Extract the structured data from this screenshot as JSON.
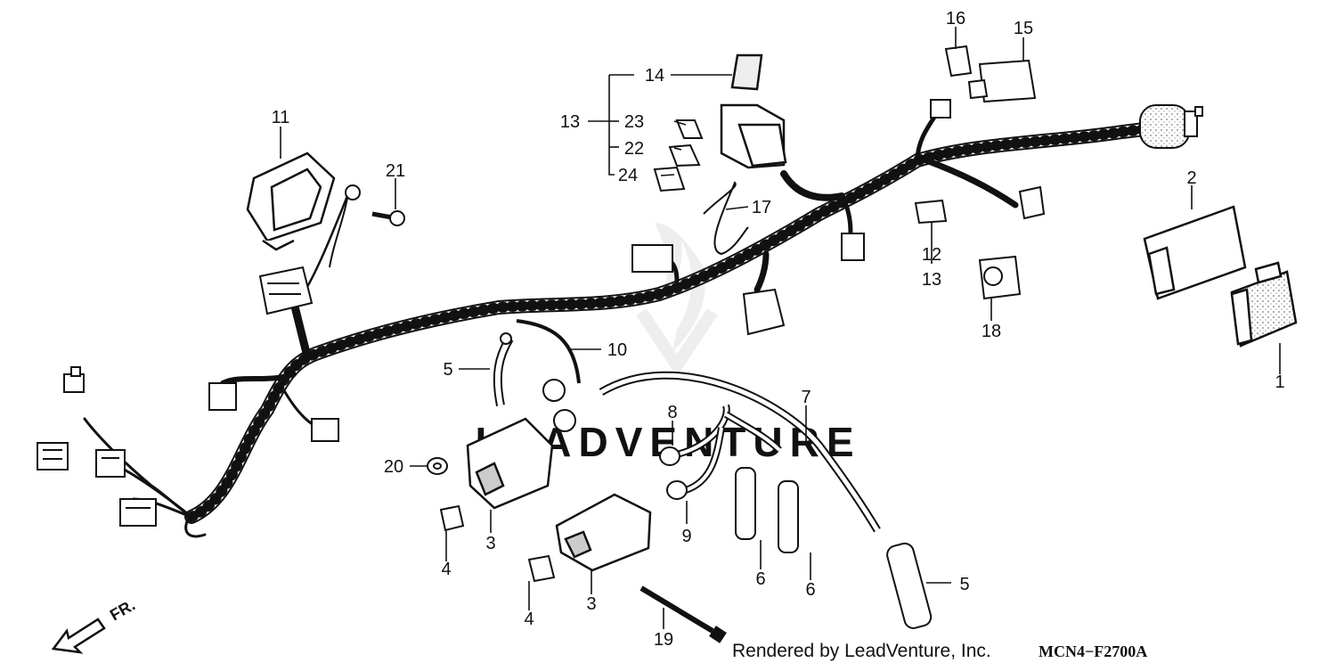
{
  "diagram": {
    "watermark_text": "LEADVENTURE",
    "credit": "Rendered by LeadVenture, Inc.",
    "code": "MCN4−F2700A",
    "direction_label": "FR.",
    "callouts": {
      "c1": "1",
      "c2": "2",
      "c3a": "3",
      "c3b": "3",
      "c4a": "4",
      "c4b": "4",
      "c5a": "5",
      "c5b": "5",
      "c6a": "6",
      "c6b": "6",
      "c7": "7",
      "c8": "8",
      "c9": "9",
      "c10": "10",
      "c11": "11",
      "c12": "12",
      "c13a": "13",
      "c13b": "13",
      "c14": "14",
      "c15": "15",
      "c16": "16",
      "c17": "17",
      "c18": "18",
      "c19": "19",
      "c20": "20",
      "c21": "21",
      "c22": "22",
      "c23": "23",
      "c24": "24"
    },
    "colors": {
      "ink": "#111111",
      "watermark": "#e4e4e4",
      "fill": "#ffffff",
      "shade": "#d9d9d9"
    }
  }
}
